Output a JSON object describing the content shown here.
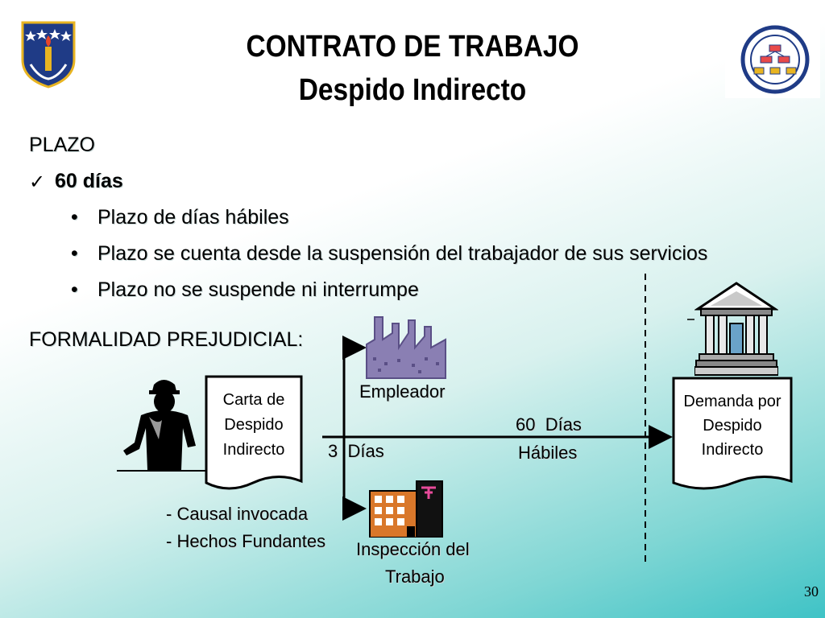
{
  "title": {
    "line1": "CONTRATO DE TRABAJO",
    "line2": "Despido Indirecto"
  },
  "plazo": {
    "heading": "PLAZO",
    "check_item": "60 días",
    "bullets": [
      "Plazo de días hábiles",
      "Plazo se cuenta desde la suspensión del trabajador de sus servicios",
      "Plazo no se suspende ni interrumpe"
    ]
  },
  "formalidad": {
    "heading": "FORMALIDAD PREJUDICIAL:"
  },
  "diagram": {
    "carta": [
      "Carta de",
      "Despido",
      "Indirecto"
    ],
    "tres_dias": "3  Días",
    "empleador": "Empleador",
    "inspeccion": [
      "Inspección del",
      "Trabajo"
    ],
    "sesenta": [
      "60  Días",
      "Hábiles"
    ],
    "demanda": [
      "Demanda por",
      "Despido",
      "Indirecto"
    ],
    "causal": [
      "- Causal invocada",
      "- Hechos Fundantes"
    ]
  },
  "page_number": "30",
  "colors": {
    "arrow": "#000000",
    "factory": "#8a7fb3",
    "building_orange": "#d9772a",
    "logo_blue": "#1f3b86",
    "logo_gold": "#e8b421"
  },
  "icons": [
    "university-crest-icon",
    "faculty-seal-icon",
    "worker-icon",
    "factory-icon",
    "office-building-icon",
    "courthouse-icon",
    "checkmark-icon"
  ]
}
